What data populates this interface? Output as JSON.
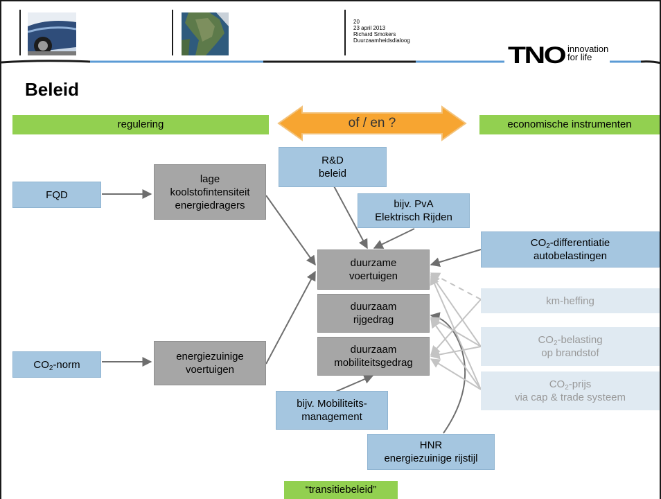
{
  "header": {
    "slide_number": "20",
    "date": "23 april 2013",
    "author": "Richard Smokers",
    "event": "Duurzaamheidsdialoog",
    "logo_text": "TNO",
    "logo_tagline_1": "innovation",
    "logo_tagline_2": "for life"
  },
  "title": "Beleid",
  "bars": {
    "left": "regulering",
    "middle": "of / en ?",
    "right": "economische instrumenten",
    "bottom": "“transitiebeleid”"
  },
  "boxes": {
    "fqd": "FQD",
    "lage_l1": "lage",
    "lage_l2": "koolstofintensiteit",
    "lage_l3": "energiedragers",
    "co2norm_pre": "CO",
    "co2norm_sub": "2",
    "co2norm_post": "-norm",
    "energiezuinig_l1": "energiezuinige",
    "energiezuinig_l2": "voertuigen",
    "rd_l1": "R&D",
    "rd_l2": "beleid",
    "pva_l1": "bijv. PvA",
    "pva_l2": "Elektrisch Rijden",
    "voertuigen_l1": "duurzame",
    "voertuigen_l2": "voertuigen",
    "rijgedrag_l1": "duurzaam",
    "rijgedrag_l2": "rijgedrag",
    "mobiliteit_l1": "duurzaam",
    "mobiliteit_l2": "mobiliteitsgedrag",
    "mm_l1": "bijv. Mobiliteits-",
    "mm_l2": "management",
    "hnr_l1": "HNR",
    "hnr_l2": "energiezuinige rijstijl",
    "co2diff_pre": "CO",
    "co2diff_sub": "2",
    "co2diff_post": "-differentiatie",
    "co2diff_l2": "autobelastingen",
    "km": "km-heffing",
    "co2bel_pre": "CO",
    "co2bel_sub": "2",
    "co2bel_post": "-belasting",
    "co2bel_l2": "op brandstof",
    "co2prijs_pre": "CO",
    "co2prijs_sub": "2",
    "co2prijs_post": "-prijs",
    "co2prijs_l2": "via cap & trade systeem"
  },
  "colors": {
    "green_bar": "#92d050",
    "blue_box": "#a5c6e0",
    "gray_box": "#a6a6a6",
    "pale_box": "#e0eaf2",
    "header_line": "#5b9bd5",
    "double_arrow": "#f7a531"
  }
}
